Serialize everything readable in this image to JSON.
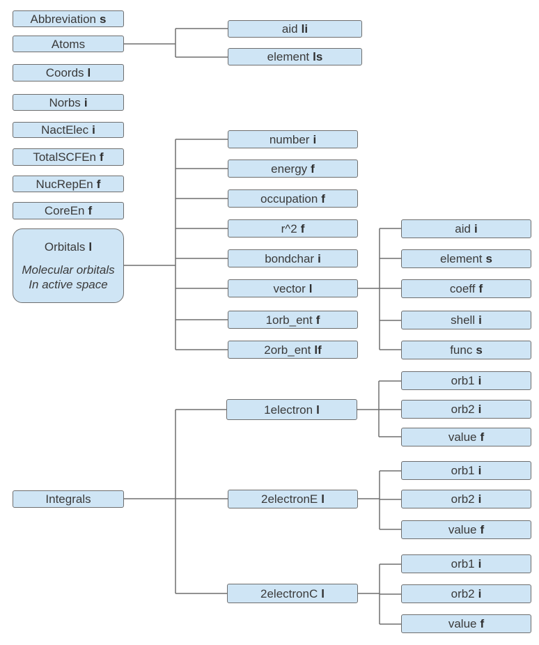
{
  "nodes": {
    "abbreviation": {
      "label": "Abbreviation",
      "type": "s"
    },
    "atoms": {
      "label": "Atoms",
      "type": ""
    },
    "atoms_aid": {
      "label": "aid",
      "type": "li"
    },
    "atoms_element": {
      "label": "element",
      "type": "ls"
    },
    "coords": {
      "label": "Coords",
      "type": "l"
    },
    "norbs": {
      "label": "Norbs",
      "type": "i"
    },
    "nactelec": {
      "label": "NactElec",
      "type": "i"
    },
    "totalscfen": {
      "label": "TotalSCFEn",
      "type": "f"
    },
    "nucrepen": {
      "label": "NucRepEn",
      "type": "f"
    },
    "coreen": {
      "label": "CoreEn",
      "type": "f"
    },
    "orbitals": {
      "label": "Orbitals",
      "type": "l",
      "note_line1": "Molecular orbitals",
      "note_line2": "In active space"
    },
    "orb_number": {
      "label": "number",
      "type": "i"
    },
    "orb_energy": {
      "label": "energy",
      "type": "f"
    },
    "orb_occupation": {
      "label": "occupation",
      "type": "f"
    },
    "orb_r2": {
      "label": "r^2",
      "type": "f"
    },
    "orb_bondchar": {
      "label": "bondchar",
      "type": "i"
    },
    "orb_vector": {
      "label": "vector",
      "type": "l"
    },
    "orb_1orb_ent": {
      "label": "1orb_ent",
      "type": "f"
    },
    "orb_2orb_ent": {
      "label": "2orb_ent",
      "type": "lf"
    },
    "vec_aid": {
      "label": "aid",
      "type": "i"
    },
    "vec_element": {
      "label": "element",
      "type": "s"
    },
    "vec_coeff": {
      "label": "coeff",
      "type": "f"
    },
    "vec_shell": {
      "label": "shell",
      "type": "i"
    },
    "vec_func": {
      "label": "func",
      "type": "s"
    },
    "integrals": {
      "label": "Integrals",
      "type": ""
    },
    "int_1electron": {
      "label": "1electron",
      "type": "l"
    },
    "int_2electronE": {
      "label": "2electronE",
      "type": "l"
    },
    "int_2electronC": {
      "label": "2electronC",
      "type": "l"
    },
    "e1_orb1": {
      "label": "orb1",
      "type": "i"
    },
    "e1_orb2": {
      "label": "orb2",
      "type": "i"
    },
    "e1_value": {
      "label": "value",
      "type": "f"
    },
    "e2_orb1": {
      "label": "orb1",
      "type": "i"
    },
    "e2_orb2": {
      "label": "orb2",
      "type": "i"
    },
    "e2_value": {
      "label": "value",
      "type": "f"
    },
    "c2_orb1": {
      "label": "orb1",
      "type": "i"
    },
    "c2_orb2": {
      "label": "orb2",
      "type": "i"
    },
    "c2_value": {
      "label": "value",
      "type": "f"
    }
  },
  "colors": {
    "node_fill": "#cfe5f5",
    "node_border": "#6d6d6d",
    "connector": "#6f6f6f",
    "text": "#3a3a3a"
  }
}
